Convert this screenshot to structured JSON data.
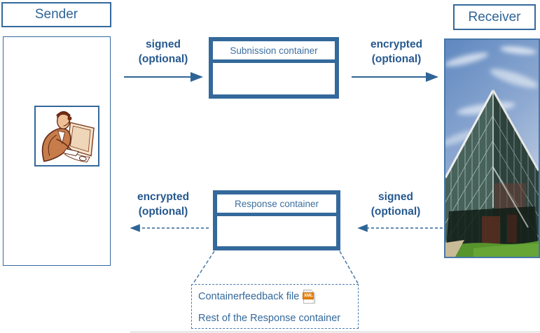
{
  "sender": {
    "label": "Sender"
  },
  "receiver": {
    "label": "Receiver"
  },
  "submission_container": {
    "title": "Subnission container"
  },
  "response_container": {
    "title": "Response container"
  },
  "arrows": {
    "request_sign": {
      "line1": "signed",
      "line2": "(optional)",
      "style": "solid",
      "direction": "right"
    },
    "request_encrypt": {
      "line1": "encrypted",
      "line2": "(optional)",
      "style": "solid",
      "direction": "right"
    },
    "response_encrypt": {
      "line1": "encrypted",
      "line2": "(optional)",
      "style": "dashed",
      "direction": "left"
    },
    "response_sign": {
      "line1": "signed",
      "line2": "(optional)",
      "style": "dashed",
      "direction": "left"
    }
  },
  "feedback_box": {
    "containerfeedback_label": "Containerfeedback file",
    "rest_label": "Rest of the Response container",
    "xml_icon_label": "XML"
  },
  "colors": {
    "accent_blue": "#34699C",
    "label_blue": "#26598F",
    "title_blue": "#3C6FA0",
    "xml_orange": "#E8820C"
  }
}
